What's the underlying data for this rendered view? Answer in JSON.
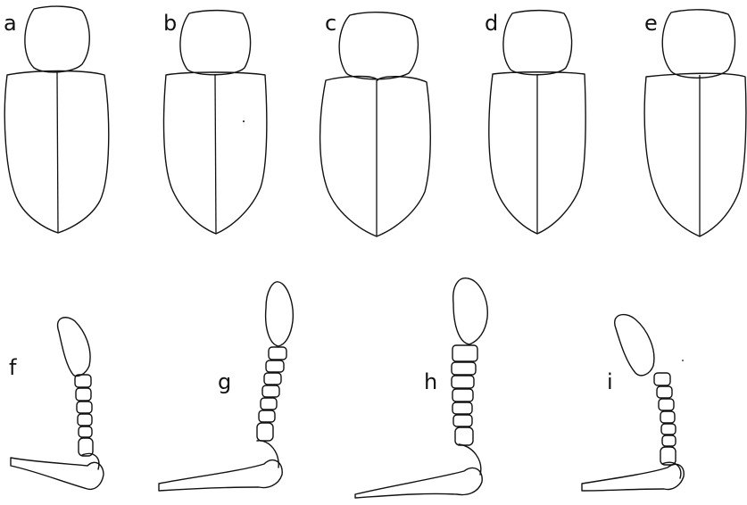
{
  "plate": {
    "beetle_panels": [
      {
        "label": "a"
      },
      {
        "label": "b"
      },
      {
        "label": "c"
      },
      {
        "label": "d"
      },
      {
        "label": "e"
      }
    ],
    "antenna_panels": [
      {
        "label": "f"
      },
      {
        "label": "g"
      },
      {
        "label": "h"
      },
      {
        "label": "i"
      }
    ]
  },
  "colors": {
    "line": "#111111",
    "background": "#ffffff"
  }
}
